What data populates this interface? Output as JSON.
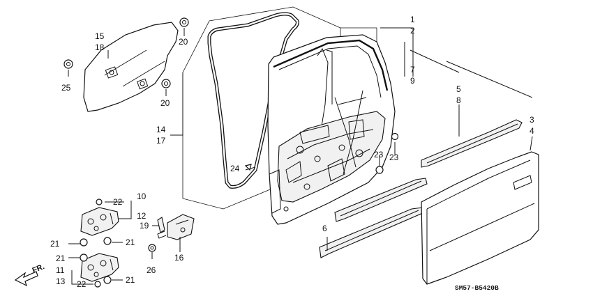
{
  "callouts": {
    "c1": "1",
    "c2": "2",
    "c7": "7",
    "c9": "9",
    "c5": "5",
    "c8": "8",
    "c3": "3",
    "c4": "4",
    "c15": "15",
    "c18": "18",
    "c25": "25",
    "c20a": "20",
    "c20b": "20",
    "c14": "14",
    "c17": "17",
    "c24": "24",
    "c23a": "23",
    "c23b": "23",
    "c10": "10",
    "c12": "12",
    "c22a": "22",
    "c19": "19",
    "c16": "16",
    "c21a": "21",
    "c21b": "21",
    "c21c": "21",
    "c21d": "21",
    "c26": "26",
    "c11": "11",
    "c13": "13",
    "c22b": "22",
    "c6": "6"
  },
  "direction": {
    "label": "FR."
  },
  "diagram_code": "SM57-B5420B"
}
